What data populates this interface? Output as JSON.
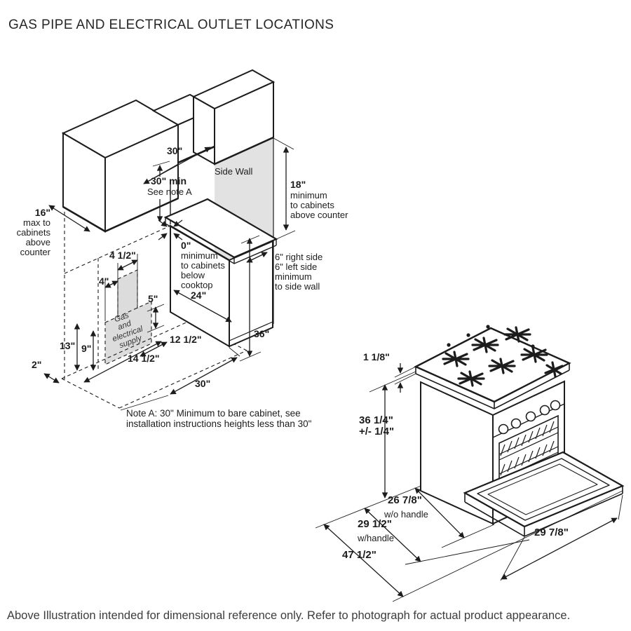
{
  "title": "GAS PIPE AND ELECTRICAL OUTLET LOCATIONS",
  "footer": "Above Illustration intended for dimensional reference only. Refer to photograph for actual product appearance.",
  "cabinet_diagram": {
    "opening_width": "30\"",
    "opening_min_height": "30\" min",
    "opening_min_note": "See note A",
    "side_wall": "Side Wall",
    "above_counter_right": "18\"",
    "above_counter_right_note": "minimum\nto cabinets\nabove counter",
    "max_depth": "16\"",
    "max_depth_note": "max to\ncabinets\nabove\ncounter",
    "supply_width": "4 1/2\"",
    "supply_offset": "4\"",
    "supply_height_right": "5\"",
    "zero_clearance": "0\"",
    "zero_clearance_note": "minimum\nto cabinets\nbelow\ncooktop",
    "counter_depth": "24\"",
    "side_clearance_note": "6\" right side\n6\" left side\nminimum\nto side wall",
    "supply_label": "Gas\nand\nelectrical\nsupply",
    "height_13": "13\"",
    "height_9": "9\"",
    "wall_gap": "2\"",
    "dim_12_5": "12 1/2\"",
    "dim_14_5": "14 1/2\"",
    "range_width": "30\"",
    "counter_height": "36\"",
    "note_a": "Note A: 30\" Minimum to bare cabinet, see\ninstallation instructions heights less than 30\""
  },
  "range_diagram": {
    "grate_height": "1 1/8\"",
    "overall_height": "36 1/4\"\n+/- 1/4\"",
    "depth_wo_handle": "26 7/8\"",
    "depth_wo_handle_note": "w/o handle",
    "depth_w_handle": "29 1/2\"",
    "depth_w_handle_note": "w/handle",
    "depth_door_open": "47 1/2\"",
    "door_width": "29 7/8\""
  },
  "colors": {
    "line": "#1c1c1c",
    "side_wall_shade": "#e2e2e2",
    "supply_shade": "#dcdcdc"
  }
}
